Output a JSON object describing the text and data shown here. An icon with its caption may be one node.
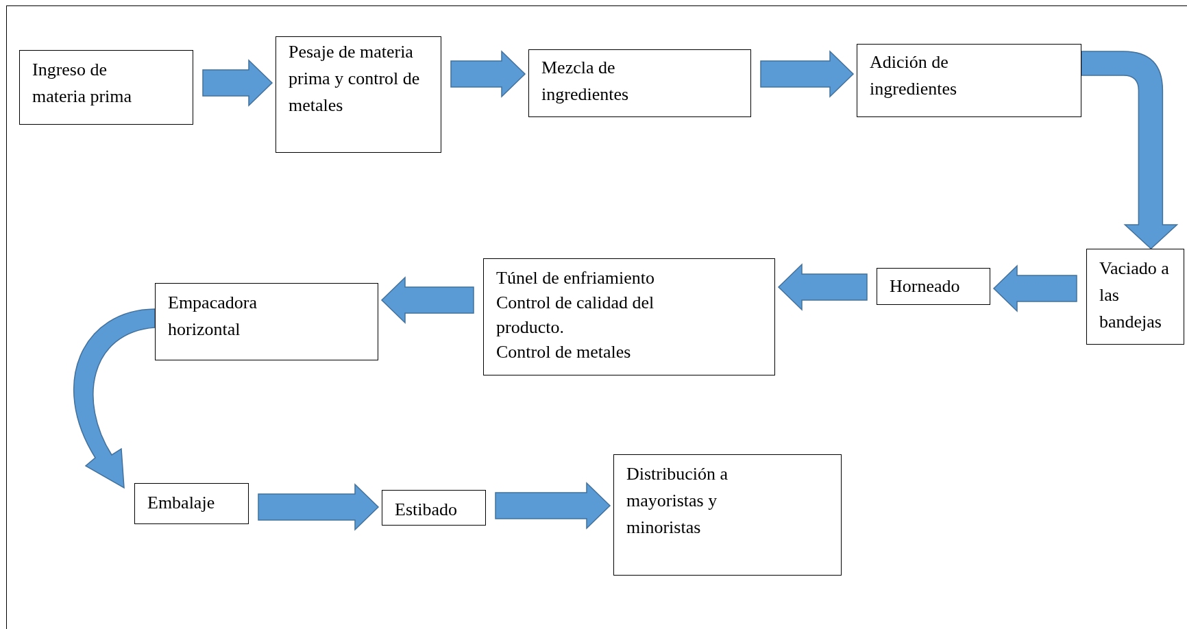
{
  "diagram": {
    "nodes": [
      {
        "text": [
          "Ingreso de materia prima"
        ]
      },
      {
        "text": [
          "Pesaje de materia prima y control de metales"
        ]
      },
      {
        "text": [
          "Mezcla de ingredientes"
        ]
      },
      {
        "text": [
          "Adición de ingredientes"
        ]
      },
      {
        "text": [
          "Vaciado a las bandejas"
        ]
      },
      {
        "text": [
          "Horneado"
        ]
      },
      {
        "text": [
          "Túnel de enfriamiento",
          "Control de calidad del producto.",
          "Control de metales"
        ]
      },
      {
        "text": [
          "Empacadora horizontal"
        ]
      },
      {
        "text": [
          "Embalaje"
        ]
      },
      {
        "text": [
          "Estibado"
        ]
      },
      {
        "text": [
          "Distribución a mayoristas y minoristas"
        ]
      }
    ],
    "edges": [
      {
        "from": 0,
        "to": 1,
        "arrow": "to"
      },
      {
        "from": 1,
        "to": 2,
        "arrow": "to"
      },
      {
        "from": 2,
        "to": 3,
        "arrow": "to"
      },
      {
        "from": 3,
        "to": 4,
        "arrow": "to"
      },
      {
        "from": 4,
        "to": 5,
        "arrow": "to"
      },
      {
        "from": 5,
        "to": 6,
        "arrow": "to"
      },
      {
        "from": 6,
        "to": 7,
        "arrow": "to"
      },
      {
        "from": 7,
        "to": 8,
        "arrow": "to"
      },
      {
        "from": 8,
        "to": 9,
        "arrow": "to"
      },
      {
        "from": 9,
        "to": 10,
        "arrow": "to"
      }
    ]
  }
}
